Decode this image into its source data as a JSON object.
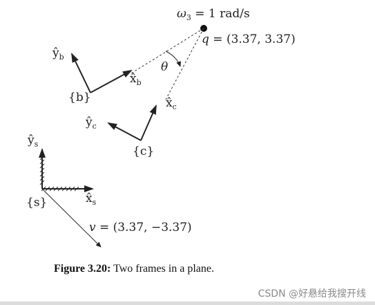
{
  "omega": {
    "symbol": "ω",
    "sub": "3",
    "rest": " = 1 rad/s"
  },
  "q_label": {
    "var": "q",
    "rest": " = (3.37, 3.37)"
  },
  "theta": "θ",
  "v_label": {
    "var": "v",
    "rest": " = (3.37, −3.37)"
  },
  "frame_b": {
    "x_axis": {
      "hat": "x̂",
      "sub": "b"
    },
    "y_axis": {
      "hat": "ŷ",
      "sub": "b"
    },
    "name": "{b}"
  },
  "frame_c": {
    "x_axis": {
      "hat": "x̂",
      "sub": "c"
    },
    "y_axis": {
      "hat": "ŷ",
      "sub": "c"
    },
    "name": "{c}"
  },
  "frame_s": {
    "x_axis": {
      "hat": "x̂",
      "sub": "s"
    },
    "y_axis": {
      "hat": "ŷ",
      "sub": "s"
    },
    "name": "{s}"
  },
  "caption": {
    "bold": "Figure 3.20:",
    "rest": " Two frames in a plane."
  },
  "watermark": "CSDN @好悬给我搜开线",
  "colors": {
    "ink": "#222222",
    "caption": "#111111",
    "watermark": "#8a8a8a"
  }
}
